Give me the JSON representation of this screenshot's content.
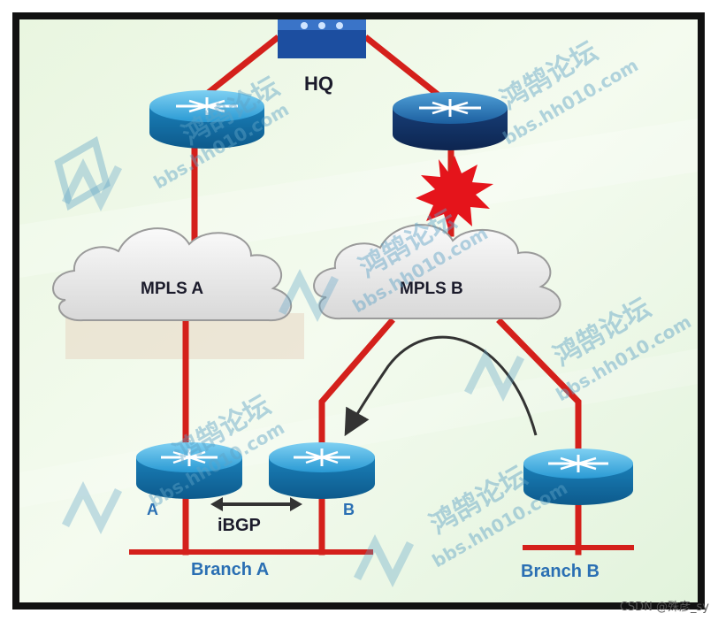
{
  "diagram": {
    "hq_label": "HQ",
    "cloud_a_label": "MPLS A",
    "cloud_b_label": "MPLS B",
    "router_a_label": "A",
    "router_b_label": "B",
    "ibgp_label": "iBGP",
    "branch_a_label": "Branch A",
    "branch_b_label": "Branch B",
    "link_color": "#d4201b",
    "router_color": "#1f8fc9",
    "failure_icon": "red-starburst-icon",
    "reroute_arrow": "curved-arrow-icon"
  },
  "watermark": {
    "brand_cn": "鸿鹄论坛",
    "site": "bbs.hh010.com"
  },
  "credit": "CSDN @殊彦_sy"
}
